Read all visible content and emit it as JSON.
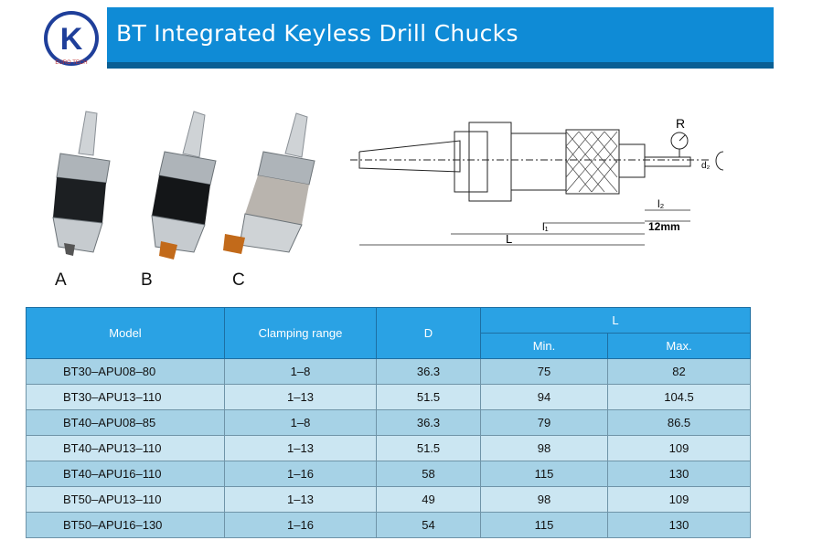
{
  "logo": {
    "text": "EURO TECH",
    "letter": "K"
  },
  "header": {
    "title": "BT Integrated Keyless Drill Chucks"
  },
  "photos": [
    {
      "label": "A",
      "body_color": "#1c1f22"
    },
    {
      "label": "B",
      "body_color": "#141618"
    },
    {
      "label": "C",
      "body_color": "#b9b4ae"
    }
  ],
  "drawing": {
    "r_label": "R",
    "d2_label": "d₂",
    "l2_label": "l₂",
    "l1_label": "l₁",
    "twelve_label": "12mm",
    "l_label": "L"
  },
  "table": {
    "headers": {
      "model": "Model",
      "clamping": "Clamping range",
      "d": "D",
      "l": "L",
      "min": "Min.",
      "max": "Max."
    },
    "rows": [
      {
        "model": "BT30–APU08–80",
        "clamping": "1–8",
        "d": "36.3",
        "min": "75",
        "max": "82"
      },
      {
        "model": "BT30–APU13–110",
        "clamping": "1–13",
        "d": "51.5",
        "min": "94",
        "max": "104.5"
      },
      {
        "model": "BT40–APU08–85",
        "clamping": "1–8",
        "d": "36.3",
        "min": "79",
        "max": "86.5"
      },
      {
        "model": "BT40–APU13–110",
        "clamping": "1–13",
        "d": "51.5",
        "min": "98",
        "max": "109"
      },
      {
        "model": "BT40–APU16–110",
        "clamping": "1–16",
        "d": "58",
        "min": "115",
        "max": "130"
      },
      {
        "model": "BT50–APU13–110",
        "clamping": "1–13",
        "d": "49",
        "min": "98",
        "max": "109"
      },
      {
        "model": "BT50–APU16–130",
        "clamping": "1–16",
        "d": "54",
        "min": "115",
        "max": "130"
      }
    ]
  }
}
